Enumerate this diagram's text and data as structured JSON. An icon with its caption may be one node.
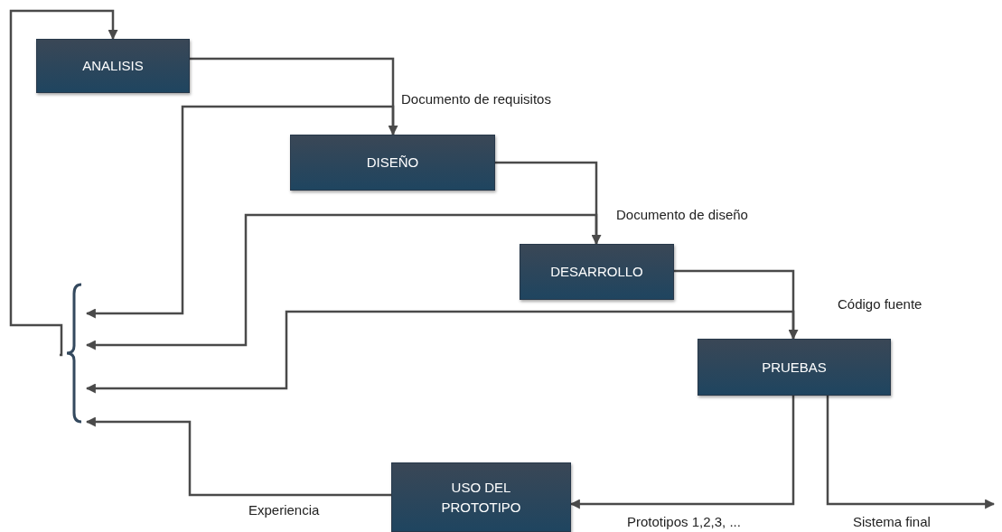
{
  "diagram": {
    "nodes": [
      {
        "text": [
          "ANALISIS"
        ]
      },
      {
        "text": [
          "DISEÑO"
        ]
      },
      {
        "text": [
          "DESARROLLO"
        ]
      },
      {
        "text": [
          "PRUEBAS"
        ]
      },
      {
        "text": [
          "USO DEL PROTOTIPO"
        ]
      },
      {
        "text": [],
        "shape": "brace"
      }
    ],
    "edges": [
      {
        "from": 0,
        "to": 1,
        "arrow": "to",
        "label": "Documento de requisitos"
      },
      {
        "from": 1,
        "to": 2,
        "arrow": "to",
        "label": "Documento de diseño"
      },
      {
        "from": 2,
        "to": 3,
        "arrow": "to",
        "label": "Código fuente"
      },
      {
        "from": 3,
        "to": 4,
        "arrow": "to",
        "label": "Prototipos 1,2,3, ..."
      },
      {
        "from": 3,
        "to": null,
        "arrow": "to",
        "label": "Sistema final"
      },
      {
        "from": 4,
        "to": 5,
        "arrow": "to",
        "label": "Experiencia"
      },
      {
        "from": 1,
        "to": 5,
        "arrow": "to"
      },
      {
        "from": 2,
        "to": 5,
        "arrow": "to"
      },
      {
        "from": 3,
        "to": 5,
        "arrow": "to"
      },
      {
        "from": 5,
        "to": 0,
        "arrow": "to"
      }
    ]
  }
}
